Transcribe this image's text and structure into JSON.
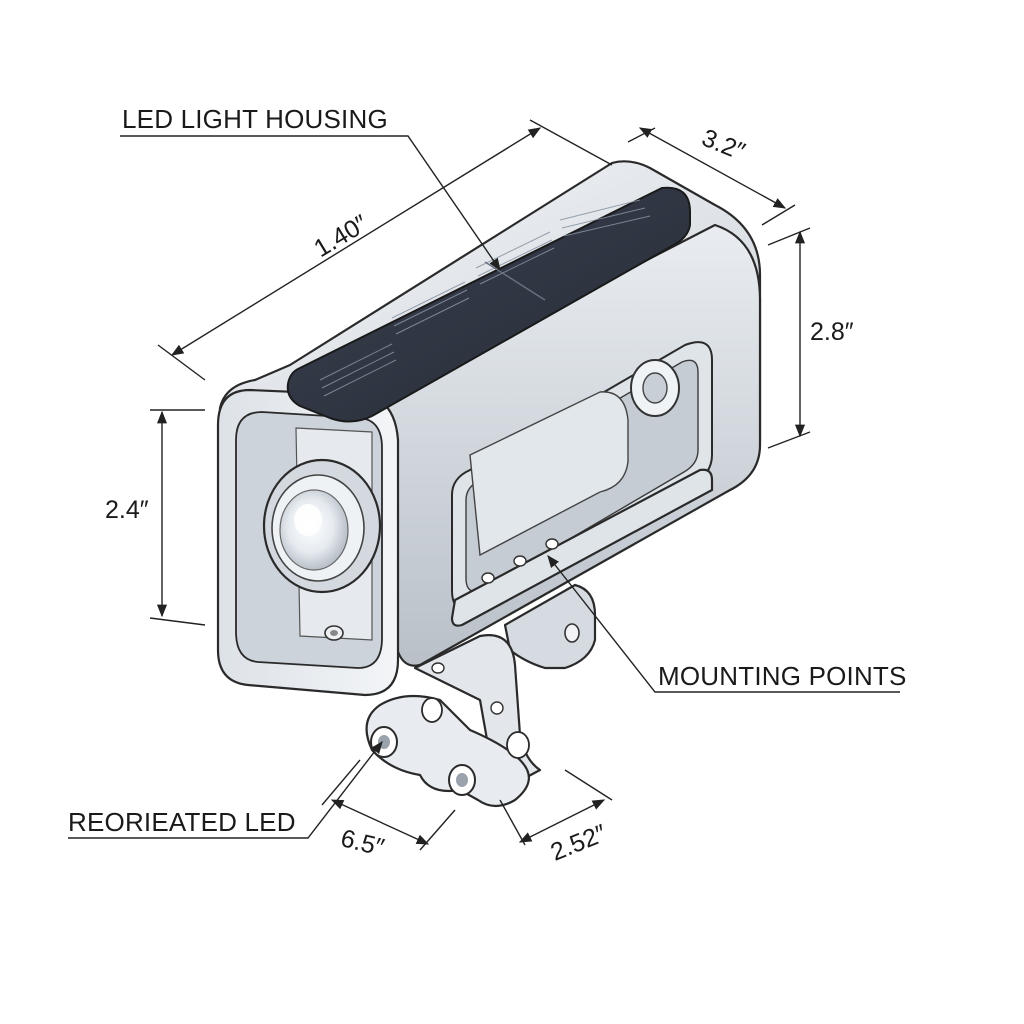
{
  "callouts": {
    "housing": "LED LIGHT HOUSING",
    "mounting": "MOUNTING POINTS",
    "led": "REORIEATED LED"
  },
  "dimensions": {
    "length": "1.40″",
    "depth": "3.2″",
    "height_right": "2.8″",
    "height_left": "2.4″",
    "bracket_width": "6.5″",
    "bracket_depth": "2.52″"
  },
  "colors": {
    "metal_light": "#eef1f4",
    "metal_mid": "#c9cfd6",
    "metal_dark": "#9aa2ab",
    "solar_panel": "#2f3440",
    "solar_cell": "#4c5566",
    "ink": "#222222"
  }
}
